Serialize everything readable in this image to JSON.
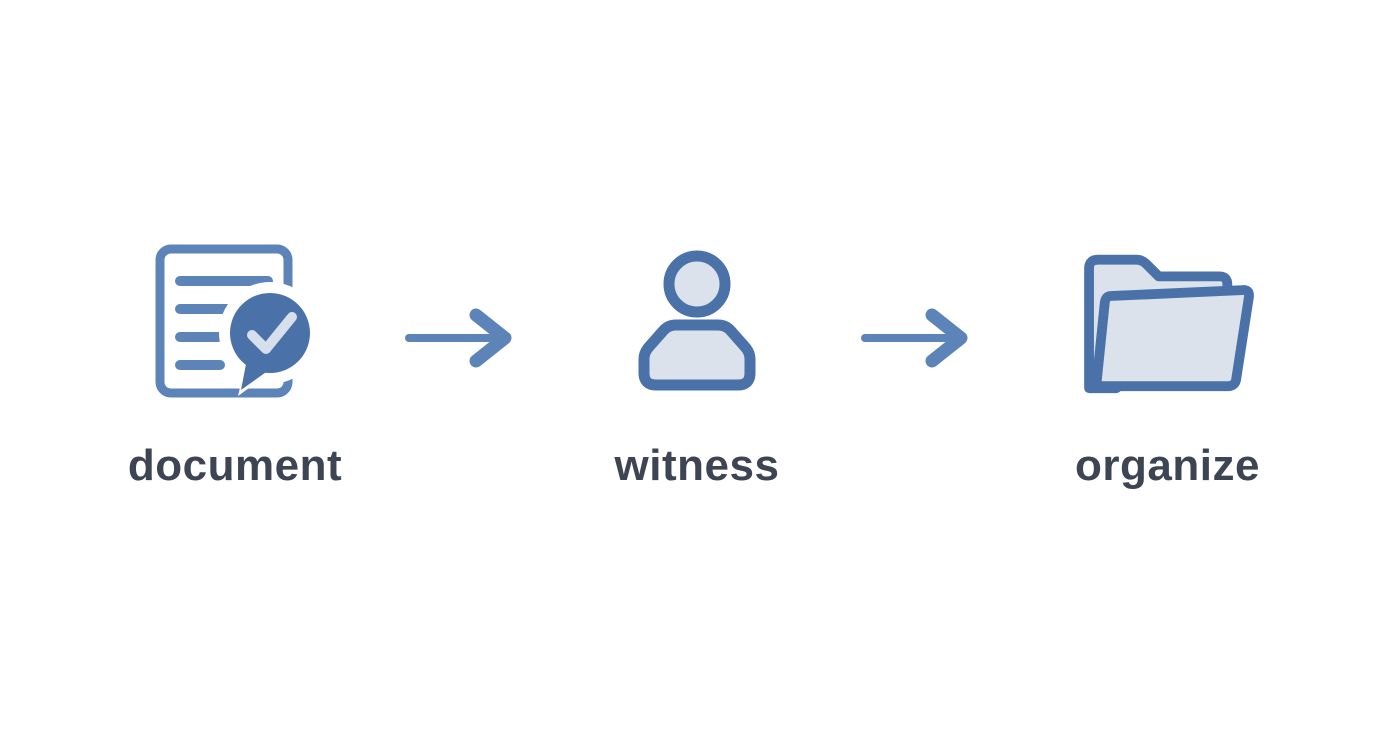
{
  "diagram": {
    "type": "flow",
    "background": "#ffffff",
    "steps": [
      {
        "label": "document",
        "icon": "document-check-icon"
      },
      {
        "label": "witness",
        "icon": "person-icon"
      },
      {
        "label": "organize",
        "icon": "open-folder-icon"
      }
    ],
    "connectors": [
      {
        "icon": "right-arrow-icon",
        "from": "document",
        "to": "witness"
      },
      {
        "icon": "right-arrow-icon",
        "from": "witness",
        "to": "organize"
      }
    ],
    "colors": {
      "outline_blue": "#4a72a8",
      "light_blue": "#5d84b8",
      "fill_light": "#dbe2eb",
      "check_light": "#d6e0ec",
      "arrow": "#5d84b8",
      "label_text": "#3d4454"
    }
  }
}
